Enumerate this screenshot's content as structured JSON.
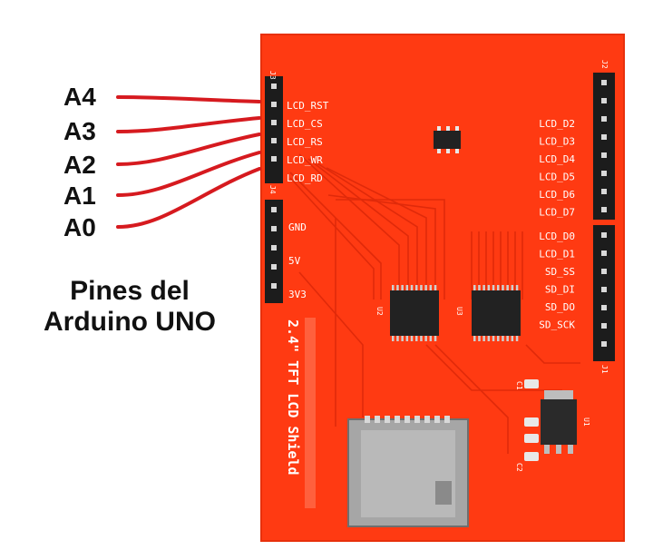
{
  "pin_callouts": [
    {
      "label": "A4",
      "pin": "LCD_RST"
    },
    {
      "label": "A3",
      "pin": "LCD_CS"
    },
    {
      "label": "A2",
      "pin": "LCD_RS"
    },
    {
      "label": "A1",
      "pin": "LCD_WR"
    },
    {
      "label": "A0",
      "pin": "LCD_RD"
    }
  ],
  "caption": {
    "line1": "Pines del",
    "line2": "Arduino UNO"
  },
  "board": {
    "color": "#ff3a12",
    "silkscreen_title": "2.4\" TFT LCD Shield",
    "left_header_labels": [
      "LCD_RST",
      "LCD_CS",
      "LCD_RS",
      "LCD_WR",
      "LCD_RD"
    ],
    "power_labels": [
      "GND",
      "5V",
      "3V3"
    ],
    "right_header_labels_top": [
      "LCD_D2",
      "LCD_D3",
      "LCD_D4",
      "LCD_D5",
      "LCD_D6",
      "LCD_D7"
    ],
    "right_header_labels_bottom": [
      "LCD_D0",
      "LCD_D1",
      "SD_SS",
      "SD_DI",
      "SD_DO",
      "SD_SCK"
    ],
    "connector_ids": {
      "j3": "J3",
      "j4": "J4",
      "j2": "J2",
      "j1": "J1"
    },
    "chip_ids": {
      "u2": "U2",
      "u3": "U3",
      "u1": "U1",
      "c1": "C1",
      "c2": "C2"
    }
  },
  "colors": {
    "wire": "#d61a1f",
    "board": "#ff3a12",
    "silk": "#ffffff",
    "header": "#1c1c1c",
    "chip": "#222222",
    "sd_slot": "#9a9a9a"
  }
}
